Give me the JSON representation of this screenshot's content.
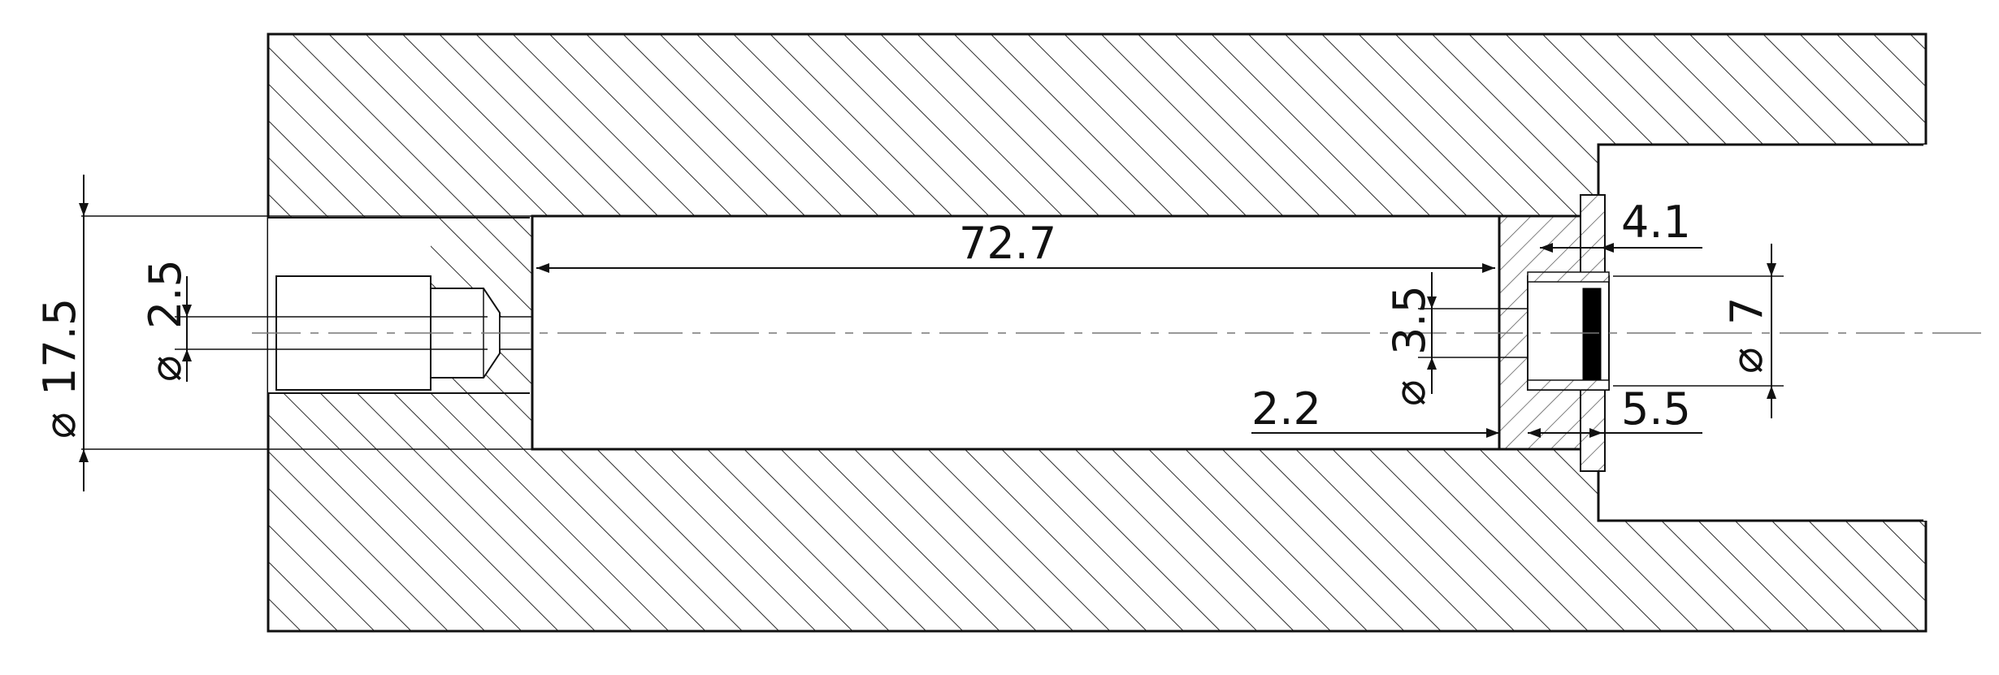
{
  "drawing": {
    "colors": {
      "line": "#111111",
      "hatch": "#2a2a2a",
      "centerline": "#777777",
      "background": "#ffffff",
      "filled_part": "#000000"
    },
    "diameter_symbol": "⌀",
    "dimensions": {
      "outer_diameter": "17.5",
      "threaded_bore_diameter": "2.5",
      "cavity_length": "72.7",
      "aperture_diameter": "3.5",
      "aperture_offset": "2.2",
      "flange_thickness": "4.1",
      "insert_depth": "5.5",
      "window_diameter": "7"
    }
  }
}
